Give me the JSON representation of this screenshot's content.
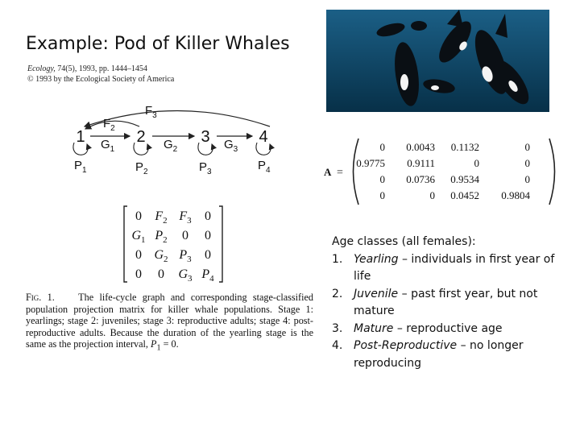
{
  "title": "Example: Pod of Killer Whales",
  "citation": {
    "journal": "Ecology,",
    "details": " 74(5), 1993, pp. 1444–1454",
    "copyright": "© 1993 by the Ecological Society of America"
  },
  "photo": {
    "water_top": "#1b5f86",
    "water_bottom": "#073048"
  },
  "life_cycle": {
    "stages": [
      "1",
      "2",
      "3",
      "4"
    ],
    "growth_labels": [
      "G",
      "G",
      "G"
    ],
    "growth_subs": [
      "1",
      "2",
      "3"
    ],
    "persistence_labels": [
      "P",
      "P",
      "P",
      "P"
    ],
    "persistence_subs": [
      "1",
      "2",
      "3",
      "4"
    ],
    "fecundity_labels": [
      "F",
      "F"
    ],
    "fecundity_subs": [
      "2",
      "3"
    ]
  },
  "matrix": {
    "name": "A",
    "equals": "=",
    "rows": [
      [
        "0",
        "0.0043",
        "0.1132",
        "0"
      ],
      [
        "0.9775",
        "0.9111",
        "0",
        "0"
      ],
      [
        "0",
        "0.0736",
        "0.9534",
        "0"
      ],
      [
        "0",
        "0",
        "0.0452",
        "0.9804"
      ]
    ]
  },
  "symbolic_matrix": {
    "rows": [
      [
        {
          "t": "0",
          "s": ""
        },
        {
          "t": "F",
          "s": "2"
        },
        {
          "t": "F",
          "s": "3"
        },
        {
          "t": "0",
          "s": ""
        }
      ],
      [
        {
          "t": "G",
          "s": "1"
        },
        {
          "t": "P",
          "s": "2"
        },
        {
          "t": "0",
          "s": ""
        },
        {
          "t": "0",
          "s": ""
        }
      ],
      [
        {
          "t": "0",
          "s": ""
        },
        {
          "t": "G",
          "s": "2"
        },
        {
          "t": "P",
          "s": "3"
        },
        {
          "t": "0",
          "s": ""
        }
      ],
      [
        {
          "t": "0",
          "s": ""
        },
        {
          "t": "0",
          "s": ""
        },
        {
          "t": "G",
          "s": "3"
        },
        {
          "t": "P",
          "s": "4"
        }
      ]
    ]
  },
  "caption": {
    "label": "Fig. 1.",
    "text": "The life-cycle graph and corresponding stage-classified population projection matrix for killer whale populations. Stage 1: yearlings; stage 2: juveniles; stage 3: reproductive adults; stage 4: post-reproductive adults. Because the duration of the yearling stage is the same as the projection interval, ",
    "tail_var": "P",
    "tail_sub": "1",
    "tail_end": " = 0."
  },
  "age_classes": {
    "heading": "Age classes (all females):",
    "items": [
      {
        "num": "1.",
        "term": "Yearling",
        "desc": " – individuals in first year of life"
      },
      {
        "num": "2.",
        "term": "Juvenile",
        "desc": " – past first year, but not mature"
      },
      {
        "num": "3.",
        "term": "Mature",
        "desc": " – reproductive age"
      },
      {
        "num": "4.",
        "term": "Post-Reproductive",
        "desc": " – no longer reproducing"
      }
    ]
  }
}
